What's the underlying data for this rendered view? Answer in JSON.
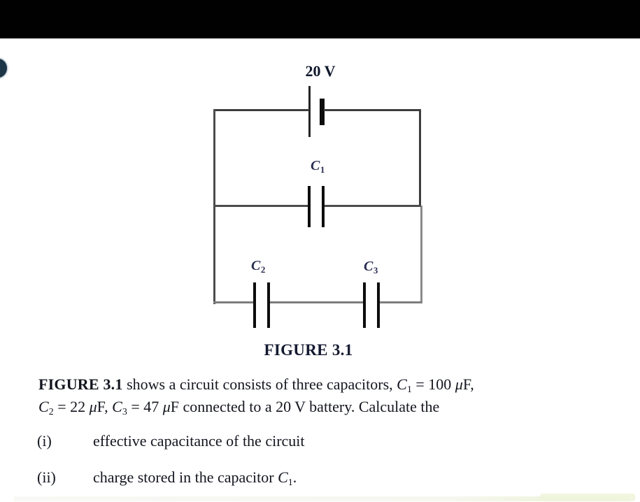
{
  "figure": {
    "battery_label": "20 V",
    "capacitors": [
      {
        "name": "C",
        "sub": "1"
      },
      {
        "name": "C",
        "sub": "2"
      },
      {
        "name": "C",
        "sub": "3"
      }
    ],
    "caption": "FIGURE 3.1"
  },
  "problem": {
    "line1": {
      "bold": "FIGURE 3.1",
      "text_a": " shows a circuit consists of three capacitors, ",
      "c": "C",
      "c_sub": "1",
      "text_b": " = 100 ",
      "mu": "μ",
      "text_c": "F,"
    },
    "line2": {
      "c2": "C",
      "c2_sub": "2",
      "text_a": " = 22 ",
      "mu_a": "μ",
      "text_b": "F, ",
      "c3": "C",
      "c3_sub": "3",
      "text_c": " = 47 ",
      "mu_b": "μ",
      "text_d": "F connected to a 20 V battery. Calculate the"
    },
    "items": [
      {
        "num": "(i)",
        "text": "effective capacitance of the circuit"
      },
      {
        "num": "(ii)",
        "text_a": "charge stored in the capacitor ",
        "c": "C",
        "c_sub": "1",
        "text_b": "."
      }
    ]
  },
  "colors": {
    "top_bar": "#010101",
    "wire": "#3d3d3d",
    "wire_bottom": "#7d7d7d",
    "plate": "#0d0d0d",
    "figure_label": "#2a2e51"
  }
}
